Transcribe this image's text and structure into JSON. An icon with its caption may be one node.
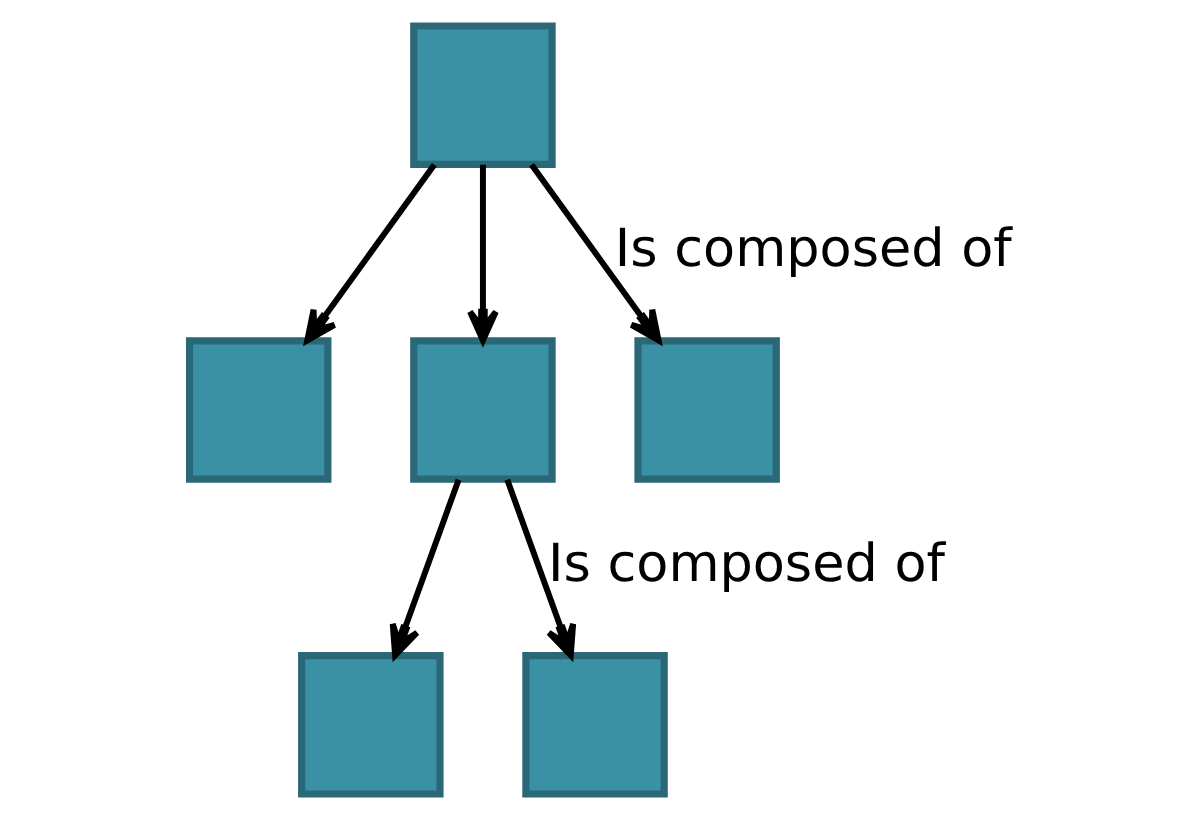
{
  "diagram": {
    "nodes": [
      {
        "text": [],
        "shape": "box"
      },
      {
        "text": [],
        "shape": "box"
      },
      {
        "text": [],
        "shape": "box"
      },
      {
        "text": [],
        "shape": "box"
      },
      {
        "text": [],
        "shape": "box"
      },
      {
        "text": [],
        "shape": "box"
      }
    ],
    "edges": [
      {
        "from": 0,
        "to": 1,
        "arrow": "to"
      },
      {
        "from": 0,
        "to": 2,
        "arrow": "to"
      },
      {
        "from": 0,
        "to": 3,
        "arrow": "to",
        "label": "Is composed of"
      },
      {
        "from": 2,
        "to": 4,
        "arrow": "to"
      },
      {
        "from": 2,
        "to": 5,
        "arrow": "to",
        "label": "Is composed of"
      }
    ]
  }
}
